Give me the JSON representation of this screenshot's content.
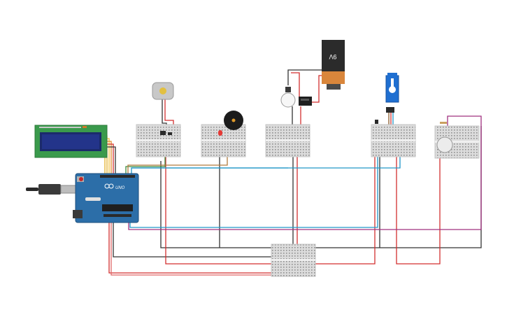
{
  "battery": {
    "label": "9V"
  },
  "arduino": {
    "brand": "UNO"
  },
  "components": [
    "lcd-16x2",
    "arduino-uno",
    "usb-cable",
    "dc-motor",
    "piezo-buzzer",
    "red-led",
    "light-bulb",
    "relay",
    "battery-9v",
    "micro-servo",
    "potentiometer",
    "breadboard-mini"
  ],
  "colors": {
    "breadboard": "#d9d9d9",
    "arduino": "#2c6ea8",
    "lcd_board": "#3a9a4c",
    "lcd_screen": "#1b2a6b",
    "wire_red": "#d32f2f",
    "wire_black": "#333333",
    "wire_blue": "#2196c8",
    "wire_purple": "#a0307f",
    "wire_green": "#3c8b3c",
    "wire_yellow": "#e3b12a",
    "servo": "#1f6fd1",
    "battery_top": "#2b2b2b",
    "battery_bottom": "#d9863b"
  }
}
